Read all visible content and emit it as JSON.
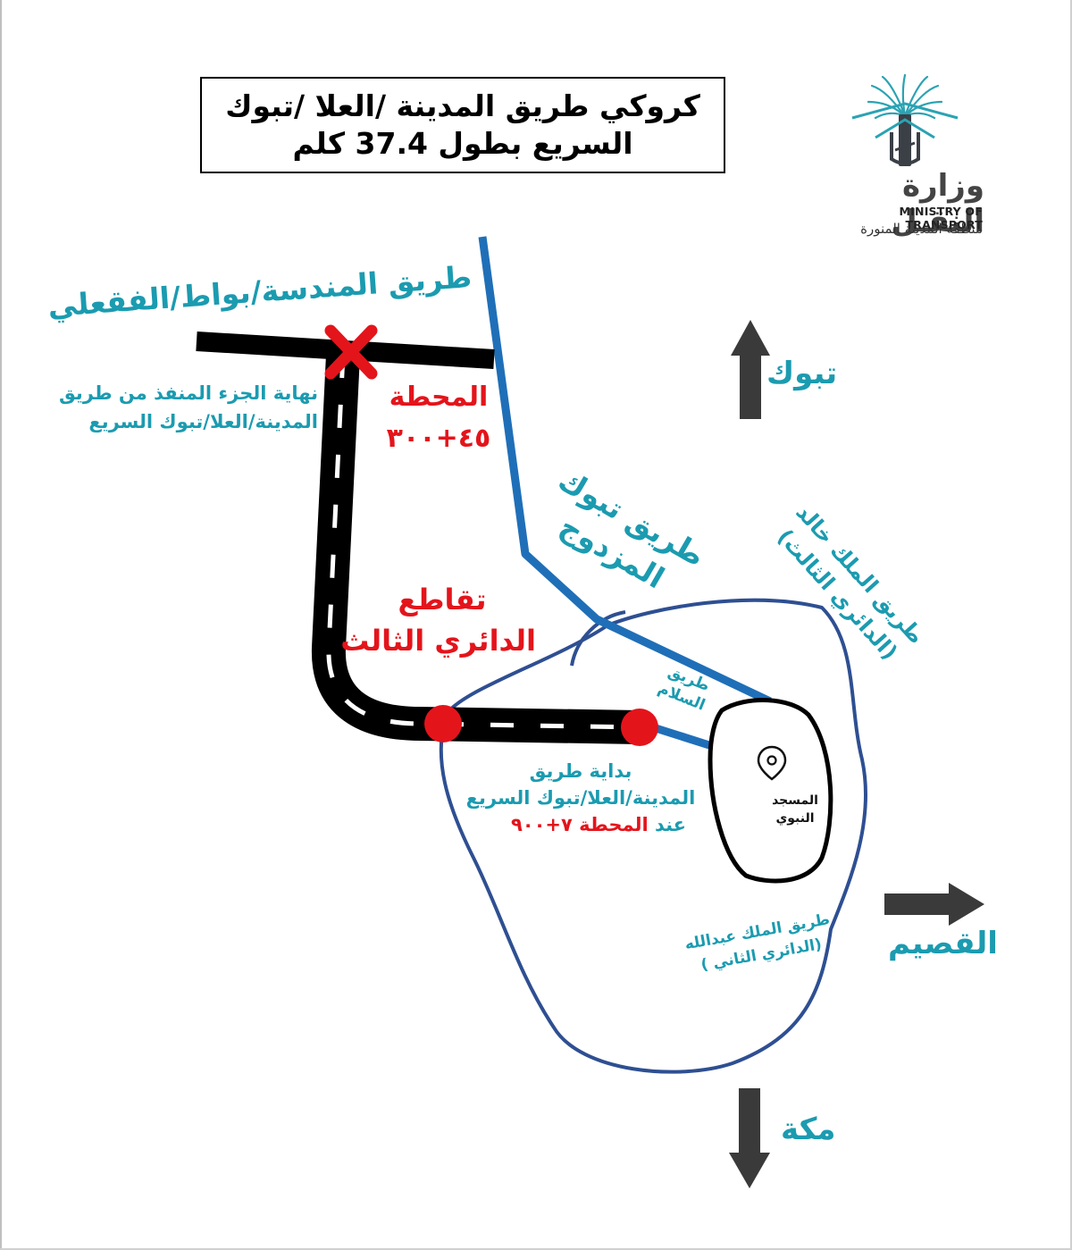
{
  "title": {
    "line1": "كروكي طريق المدينة /العلا /تبوك",
    "line2": "السريع بطول  37.4 كلم"
  },
  "logo": {
    "name_ar": "وزارة النقـل",
    "name_en": "MINISTRY OF TRANSPORT",
    "region": "منطقة المدينة المنورة"
  },
  "roads": {
    "mandasa": "طريق المندسة/بواط/الفقعلي",
    "tabuk_dual_line1": "طريق تبوك",
    "tabuk_dual_line2": "المزدوج",
    "king_khalid_line1": "طريق الملك خالد",
    "king_khalid_line2": "(الدائري الثالث)",
    "salam_line1": "طريق",
    "salam_line2": "السلام",
    "king_abdullah_line1": "طريق الملك عبدالله",
    "king_abdullah_line2": "(الدائري الثاني )"
  },
  "labels": {
    "end_line1": "نهاية الجزء المنفذ من طريق",
    "end_line2": "المدينة/العلا/تبوك السريع",
    "station_end_word": "المحطة",
    "station_end_value": "٤٥+٣٠٠",
    "intersection_line1": "تقاطع",
    "intersection_line2": "الدائري الثالث",
    "start_line1": "بداية طريق",
    "start_line2": "المدينة/العلا/تبوك السريع",
    "start_line3_prefix": "عند ",
    "start_line3_station": "المحطة",
    "start_line3_value": " ٧+٩٠٠",
    "mosque_line1": "المسجد",
    "mosque_line2": "النبوي"
  },
  "directions": {
    "north": "تبوك",
    "east": "القصيم",
    "south": "مكة"
  },
  "colors": {
    "teal": "#1b9bb0",
    "red": "#e4141b",
    "blue_road": "#1f6fb8",
    "ring_road": "#2e4f92",
    "expressway": "#000000"
  }
}
